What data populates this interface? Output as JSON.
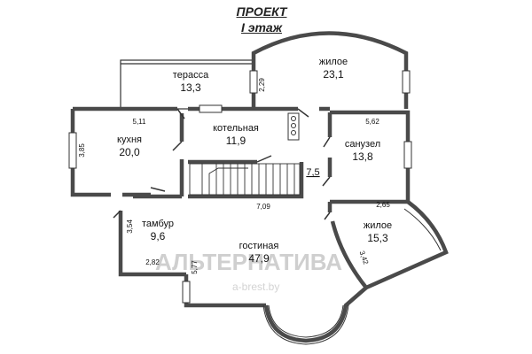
{
  "header": {
    "title": "ПРОЕКТ",
    "subtitle": "I этаж"
  },
  "rooms": {
    "terrace": {
      "name": "терасса",
      "area": "13,3"
    },
    "living_top": {
      "name": "жилое",
      "area": "23,1"
    },
    "kitchen": {
      "name": "кухня",
      "area": "20,0"
    },
    "boiler": {
      "name": "котельная",
      "area": "11,9"
    },
    "bathroom": {
      "name": "санузел",
      "area": "13,8"
    },
    "vestibule": {
      "name": "тамбур",
      "area": "9,6"
    },
    "living_room": {
      "name": "гостиная",
      "area": "47,9"
    },
    "living_right": {
      "name": "жилое",
      "area": "15,3"
    }
  },
  "dimensions": {
    "d_229": "2,29",
    "d_511": "5,11",
    "d_562": "5,62",
    "d_385": "3,85",
    "d_75": "7,5",
    "d_709": "7,09",
    "d_265": "2,65",
    "d_354": "3,54",
    "d_282": "2,82",
    "d_577": "5,77",
    "d_342": "3,42"
  },
  "watermark": {
    "brand": "АЛЬТЕРНАТИВА",
    "url": "a-brest.by"
  },
  "colors": {
    "wall": "#4a4a4a",
    "line": "#333333",
    "background": "#ffffff"
  }
}
